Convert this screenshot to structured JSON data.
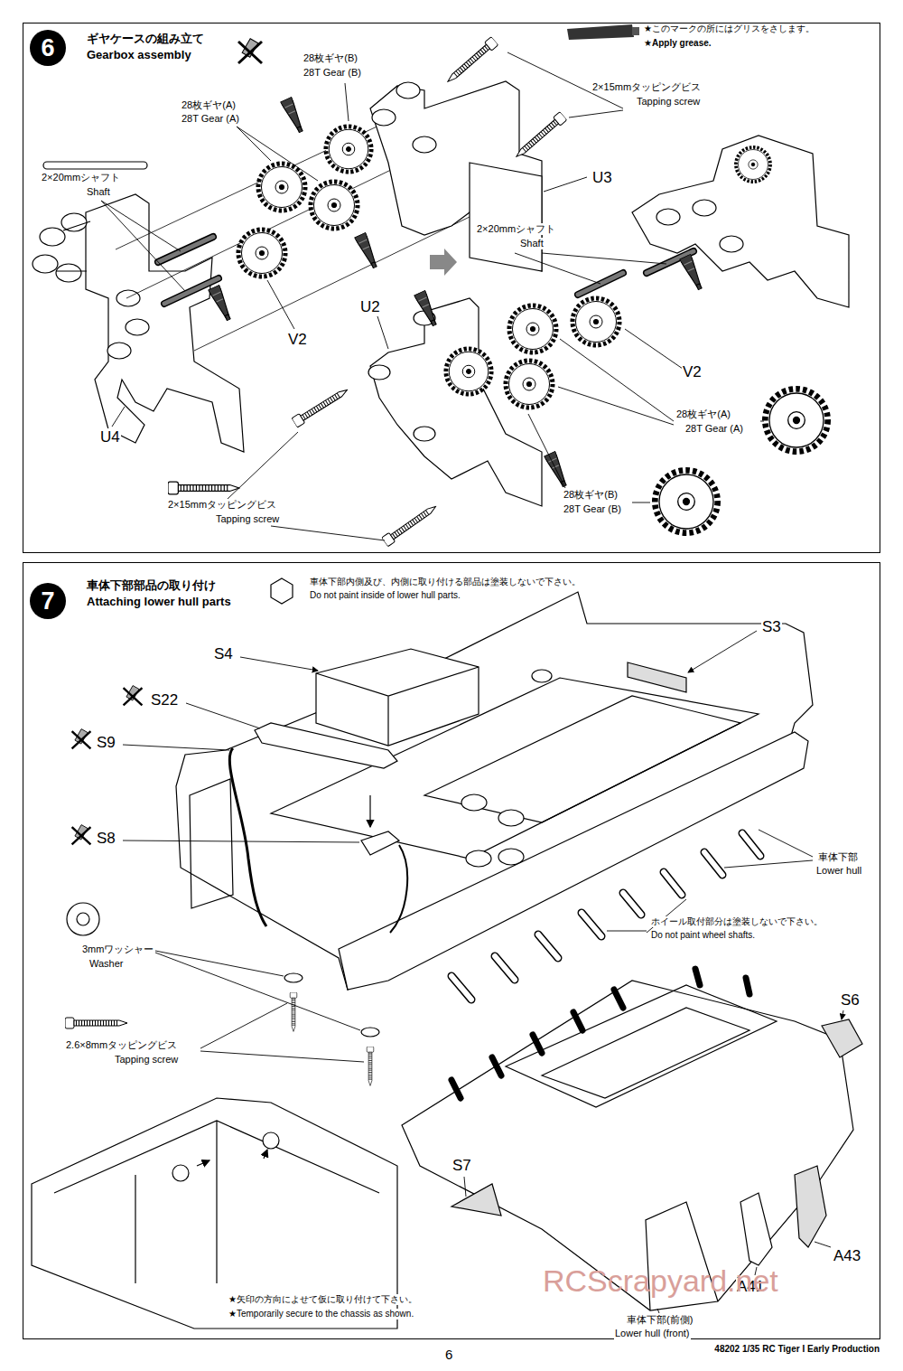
{
  "diagram": {
    "nodes": [
      {
        "text": [
          "ギヤケースの組み立て",
          "Gearbox assembly"
        ]
      },
      {
        "text": [
          "6"
        ],
        "in": 0
      },
      {
        "text": [
          "車体下部部品の取り付け",
          "Attaching lower hull parts"
        ]
      },
      {
        "text": [
          "7"
        ],
        "in": 2
      }
    ],
    "labels": [
      "★このマークの所にはグリスをさします。",
      "★Apply grease.",
      "28枚ギヤ(B)",
      "28T Gear (B)",
      "28枚ギヤ(A)",
      "28T Gear (A)",
      "2×15mmタッピングビス",
      "Tapping screw",
      "2×20mmシャフト",
      "Shaft",
      "U3",
      "2×20mmシャフト",
      "Shaft",
      "V2",
      "U2",
      "U4",
      "V2",
      "28枚ギヤ(A)",
      "28T Gear (A)",
      "2×15mmタッピングビス",
      "Tapping screw",
      "28枚ギヤ(B)",
      "28T Gear (B)",
      "車体下部内側及び、内側に取り付ける部品は塗装しないで下さい。",
      "Do not paint inside of lower hull parts.",
      "S4",
      "S3",
      "S22",
      "S9",
      "S8",
      "車体下部",
      "Lower hull",
      "3mmワッシャー",
      "Washer",
      "ホイール取付部分は塗装しないで下さい。",
      "Do not paint wheel shafts.",
      "2.6×8mmタッピングビス",
      "Tapping screw",
      "S6",
      "S7",
      "A41",
      "A43",
      "車体下部(前側)",
      "Lower hull (front)",
      "★矢印の方向によせて仮に取り付けて下さい。",
      "★Temporarily secure to the chassis as shown.",
      "6",
      "48202 1/35 RC Tiger I Early Production",
      "RCScrapyard.net"
    ]
  }
}
